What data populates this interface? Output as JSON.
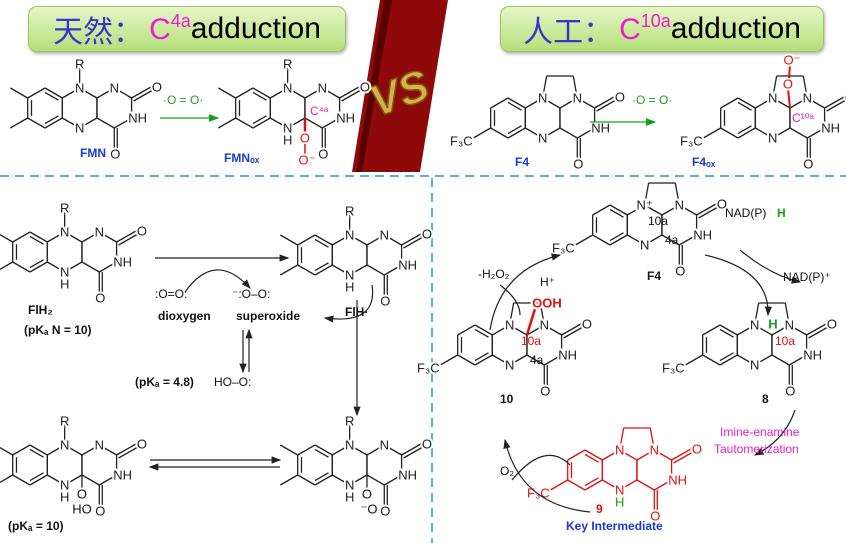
{
  "headers": {
    "natural": {
      "cn": "天然：",
      "c": "C",
      "sup": "4a",
      "rest": " adduction"
    },
    "artificial": {
      "cn": "人工：",
      "c": "C",
      "sup": "10a",
      "rest": " adduction"
    }
  },
  "vs_logo": "VS",
  "atoms": {
    "N": "N",
    "NH": "NH",
    "O": "O",
    "Ominus": "O⁻",
    "H": "H",
    "R": "R",
    "F3C": "F₃C",
    "HO": "HO",
    "OOH": "OOH",
    "Nplus": "N⁺",
    "minusO": "⁻O"
  },
  "top": {
    "dioxygen_label": "·O = O·",
    "fmn": "FMN",
    "fmn_ox": "FMNₒₓ",
    "c4a_label": "C⁴ᵃ",
    "f4": "F4",
    "f4_ox": "F4ₒₓ",
    "c10a_label": "C¹⁰ᵃ"
  },
  "mechanism": {
    "flh2": "FlH₂",
    "flh2_pka": "(pKₐ N = 10)",
    "dioxygen_dots": ":O=O:",
    "dioxygen": "dioxygen",
    "superoxide_dots": "⁻:O–O:",
    "superoxide": "superoxide",
    "flh_radical": "FlH·",
    "pka_48": "(pKₐ = 4.8)",
    "hoo": "HO–O:",
    "pka_10": "(pKₐ = 10)"
  },
  "cycle": {
    "f4": "F4",
    "ring_10a": "10a",
    "ring_4a": "4a",
    "nadph_prefix": "NAD(P)",
    "nadph_h": "H",
    "nadp_plus": "NAD(P)⁺",
    "compound_8": "8",
    "tautomerization_1": "Imine-enamine",
    "tautomerization_2": "Tautomerization",
    "compound_9": "9",
    "key_intermediate": "Key Intermediate",
    "o2": "O₂",
    "compound_10": "10",
    "minus_h2o2": "-H₂O₂",
    "h_plus": "H⁺"
  },
  "colors": {
    "accent_blue": "#1a3ad0",
    "red": "#e01010",
    "pink": "#e020c8",
    "green": "#19a019",
    "divider": "#4bb8d8"
  }
}
